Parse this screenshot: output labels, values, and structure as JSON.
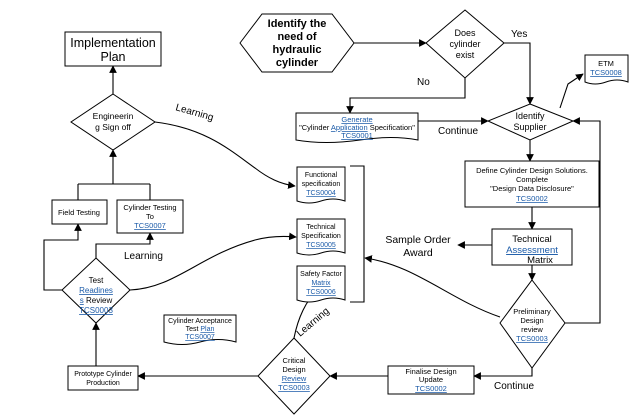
{
  "nodes": {
    "implementation": {
      "l1": "Implementation",
      "l2": "Plan"
    },
    "identify_need": {
      "l1": "Identify the",
      "l2": "need of",
      "l3": "hydraulic",
      "l4": "cylinder"
    },
    "does_exist": {
      "l1": "Does",
      "l2": "cylinder",
      "l3": "exist"
    },
    "etm": {
      "l1": "ETM",
      "link": "TCS0008"
    },
    "generate": {
      "link1": "Generate",
      "pre": "\"Cylinder ",
      "link2": "Application",
      "post": " Specification\"",
      "link3": "TCS0001"
    },
    "identify_supplier": {
      "l1": "Identify",
      "l2": "Supplier"
    },
    "engineering_signoff": {
      "l1": "Engineerin",
      "l2": "g Sign off"
    },
    "func_spec": {
      "l1": "Functional",
      "l2": "specification",
      "link": "TCS0004"
    },
    "tech_spec": {
      "l1": "Technical",
      "l2": "Specification",
      "link": "TCS0005"
    },
    "safety": {
      "l1": "Safety Factor",
      "link1": "Matrix",
      "link2": "TCS0006"
    },
    "define_design": {
      "l1": "Define Cylinder Design Solutions.",
      "l2": "Complete",
      "l3": "\"Design Data Disclosure\"",
      "link": "TCS0002"
    },
    "field_testing": {
      "l1": "Field Testing"
    },
    "cyl_testing": {
      "l1": "Cylinder  Testing",
      "l2": "To",
      "link": "TCS0007"
    },
    "sample_order": {
      "l1": "Sample Order",
      "l2": "Award"
    },
    "tech_assess": {
      "l1": "Technical",
      "link": "Assessment",
      "l3": "Matrix"
    },
    "test_readiness": {
      "l1": "Test",
      "link1": "Readines",
      "link2": "s",
      "l3": " Review",
      "link3": "TCS0003"
    },
    "cyl_acceptance": {
      "l1": "Cylinder  Acceptance",
      "l2": "Test ",
      "link1": "Plan",
      "link2": "TCS0007"
    },
    "preliminary": {
      "l1": "Preliminary",
      "l2": "Design",
      "l3": "review",
      "link": "TCS0003"
    },
    "critical": {
      "l1": "Critical",
      "l2": "Design",
      "link1": "Review",
      "link2": "TCS0003"
    },
    "prototype": {
      "l1": "Prototype  Cylinder",
      "l2": "Production"
    },
    "finalise": {
      "l1": "Finalise Design",
      "l2": "Update",
      "link": "TCS0002"
    }
  },
  "edge_labels": {
    "yes": "Yes",
    "no": "No",
    "continue_top": "Continue",
    "continue_bottom": "Continue",
    "learning_top": "Learning",
    "learning_mid": "Learning",
    "learning_low": "Learning"
  }
}
